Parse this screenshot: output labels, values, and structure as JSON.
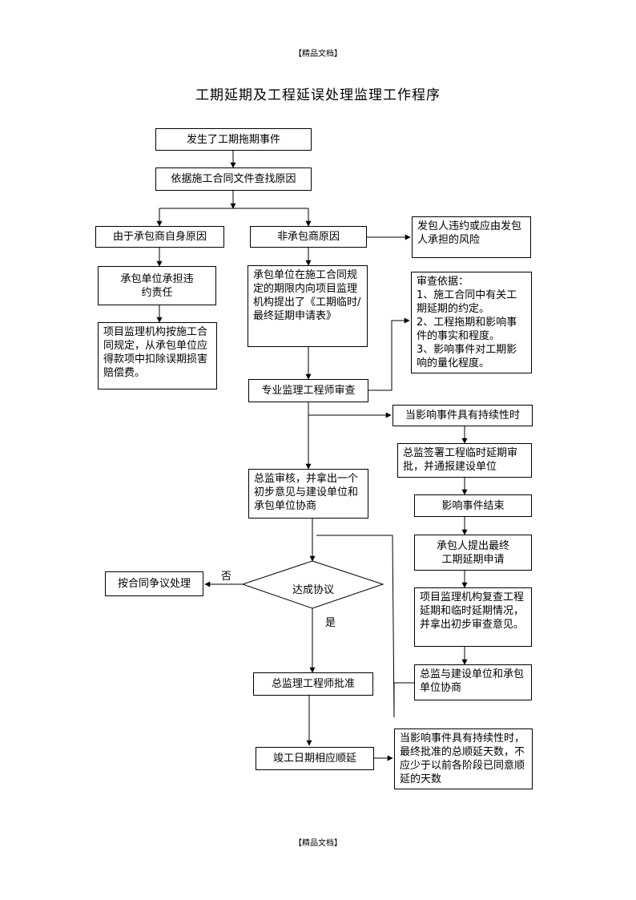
{
  "header": "【精品文档】",
  "footer": "【精品文档】",
  "title": "工期延期及工程延误处理监理工作程序",
  "nodes": {
    "n1": "发生了工期拖期事件",
    "n2": "依据施工合同文件查找原因",
    "n3": "由于承包商自身原因",
    "n4": "非承包商原因",
    "n5": "发包人违约或应由发包人承担的风险",
    "n6": "承包单位承担违约责任",
    "n7": "承包单位在施工合同规定的期限内向项目监理机构提出了《工期临时/最终延期申请表》",
    "n8": "审查依据：\n1、施工合同中有关工期延期的约定。\n2、工程拖期和影响事件的事实和程度。\n3、影响事件对工期影响的量化程度。",
    "n9": "项目监理机构按施工合同规定，从承包单位应得款项中扣除误期损害赔偿费。",
    "n10": "专业监理工程师审查",
    "n11": "当影响事件具有持续性时",
    "n12": "总监签署工程临时延期审批，并通报建设单位",
    "n13": "总监审核，并拿出一个初步意见与建设单位和承包单位协商",
    "n14": "影响事件结束",
    "n15": "承包人提出最终工期延期申请",
    "n16": "按合同争议处理",
    "n17": "达成协议",
    "n18": "项目监理机构复查工程延期和临时延期情况，并拿出初步审查意见。",
    "n19": "总监与建设单位和承包单位协商",
    "n20": "总监理工程师批准",
    "n21": "竣工日期相应顺延",
    "n22": "当影响事件具有持续性时，最终批准的总顺延天数，不应少于以前各阶段已同意顺延的天数"
  },
  "labels": {
    "no": "否",
    "yes": "是"
  }
}
